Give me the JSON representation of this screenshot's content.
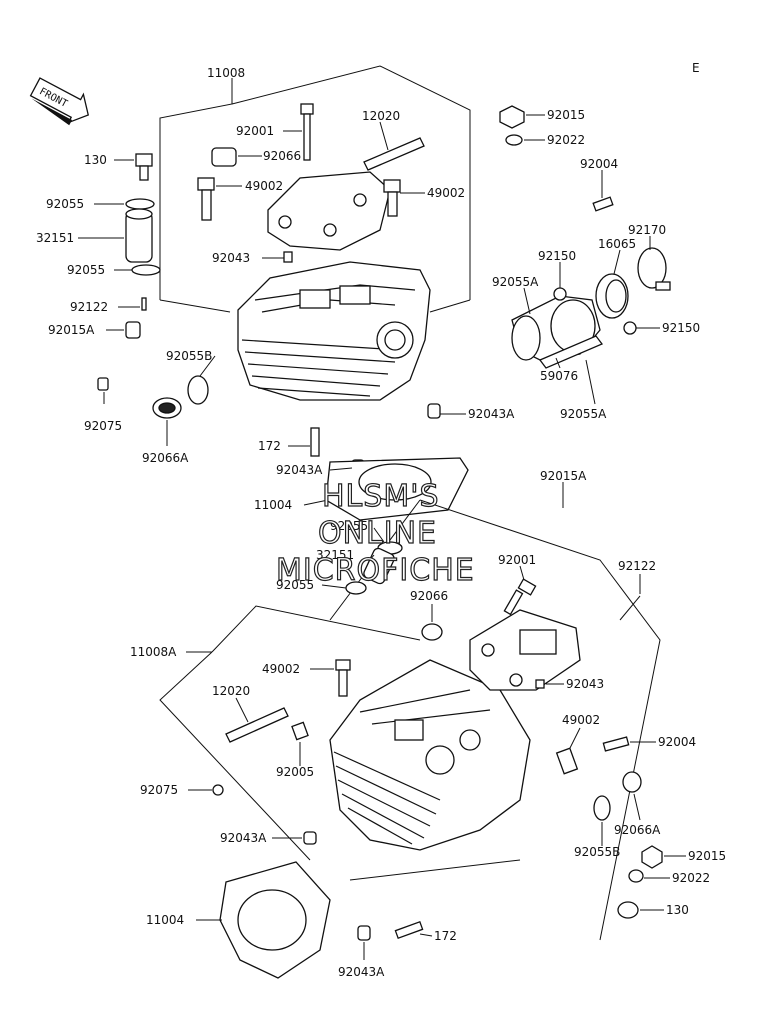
{
  "page_marker": "E",
  "front_arrow": {
    "text": "FRONT",
    "icon": "front-arrow-icon"
  },
  "watermark": [
    "HLSM'S",
    "ONLINE",
    "MICROFICHE"
  ],
  "labels": {
    "p11008": "11008",
    "p12020_top": "12020",
    "p92015_top": "92015",
    "p92001_top": "92001",
    "p92022_top": "92022",
    "p92066_top": "92066",
    "p130_top": "130",
    "p49002_top_l": "49002",
    "p49002_top_r": "49002",
    "p92004_top": "92004",
    "p92055_a": "92055",
    "p32151_top": "32151",
    "p92170": "92170",
    "p16065": "16065",
    "p92150_a": "92150",
    "p92043_top": "92043",
    "p92055_b": "92055",
    "p92055A_top": "92055A",
    "p92122_top": "92122",
    "p92015A_top": "92015A",
    "p92150_b": "92150",
    "p92055B_top": "92055B",
    "p59076": "59076",
    "p92055A_b": "92055A",
    "p92043A_a": "92043A",
    "p92075_top": "92075",
    "p172_top": "172",
    "p92066A_top": "92066A",
    "p92043A_b": "92043A",
    "p92015A_mid": "92015A",
    "p11004_top": "11004",
    "p92055_c": "92055",
    "p32151_bot": "32151",
    "p92055_d": "92055",
    "p92001_bot": "92001",
    "p92122_bot": "92122",
    "p92066_bot": "92066",
    "p11008A": "11008A",
    "p49002_bot_l": "49002",
    "p92043_bot": "92043",
    "p12020_bot": "12020",
    "p49002_bot_r": "49002",
    "p92004_bot": "92004",
    "p92005": "92005",
    "p92075_bot": "92075",
    "p92066A_bot": "92066A",
    "p92043A_c": "92043A",
    "p92055B_bot": "92055B",
    "p92015_bot": "92015",
    "p92022_bot": "92022",
    "p11004_bot": "11004",
    "p130_bot": "130",
    "p172_bot": "172",
    "p92043A_d": "92043A"
  }
}
